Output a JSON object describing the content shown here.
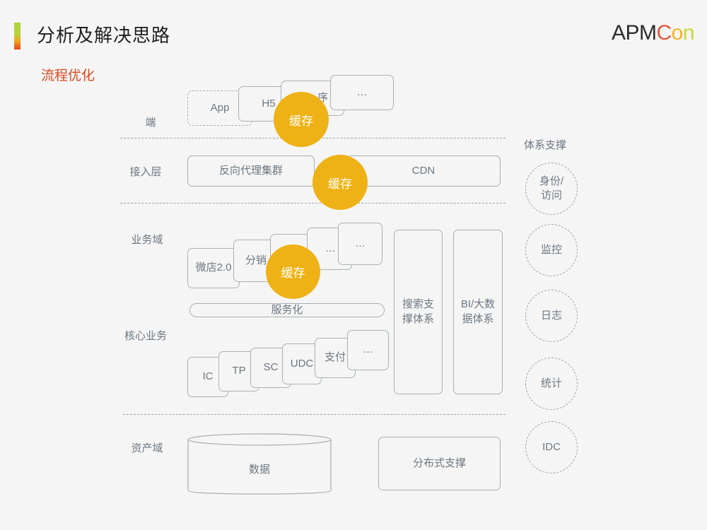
{
  "header": {
    "title": "分析及解决思路",
    "logo_apm": "APM",
    "logo_c": "C",
    "logo_o": "o",
    "logo_n": "n"
  },
  "subtitle": "流程优化",
  "layers": {
    "client": "端",
    "access": "接入层",
    "business": "业务域",
    "core": "核心业务",
    "asset": "资产域",
    "support": "体系支撑"
  },
  "client_items": [
    "App",
    "H5",
    "序",
    "…"
  ],
  "access_items": {
    "proxy": "反向代理集群",
    "cdn": "CDN"
  },
  "business_items": [
    "微店2.0",
    "分销",
    "…",
    "…"
  ],
  "service_bar": "服务化",
  "core_items": [
    "IC",
    "TP",
    "SC",
    "UDC",
    "支付",
    "…"
  ],
  "search_support": "搜索支撑体系",
  "bi_support": "BI/大数据体系",
  "data_store": "数据",
  "distributed": "分布式支撑",
  "support_circles": [
    "身份/访问",
    "监控",
    "日志",
    "统计",
    "IDC"
  ],
  "cache_label": "缓存",
  "colors": {
    "cache": "#eeb216",
    "subtitle": "#d9481e",
    "border": "#a9b1b4"
  }
}
